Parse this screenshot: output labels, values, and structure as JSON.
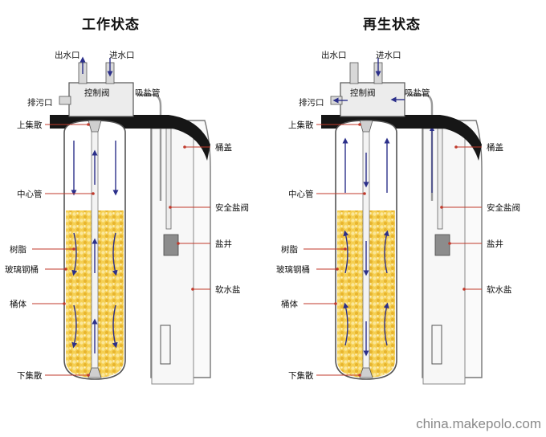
{
  "diagrams": [
    {
      "title": "工作状态",
      "labels": {
        "outlet": "出水口",
        "inlet": "进水口",
        "drain": "排污口",
        "valve": "控制阀",
        "brine_line": "吸盐管",
        "upper_distributor": "上集散",
        "cover": "桶盖",
        "center_tube": "中心管",
        "safety_valve": "安全盐阀",
        "resin": "树脂",
        "salt_well": "盐井",
        "frp_tank": "玻璃钢桶",
        "soft_salt": "软水盐",
        "tank_body": "桶体",
        "lower_distributor": "下集散"
      }
    },
    {
      "title": "再生状态",
      "labels": {
        "outlet": "出水口",
        "inlet": "进水口",
        "drain": "排污口",
        "valve": "控制阀",
        "brine_line": "吸盐管",
        "upper_distributor": "上集散",
        "cover": "桶盖",
        "center_tube": "中心管",
        "safety_valve": "安全盐阀",
        "resin": "树脂",
        "salt_well": "盐井",
        "frp_tank": "玻璃钢桶",
        "soft_salt": "软水盐",
        "tank_body": "桶体",
        "lower_distributor": "下集散"
      }
    }
  ],
  "watermark": "china.makepolo.com",
  "colors": {
    "resin": "#f2c83c",
    "resin_light": "#fbe79a",
    "leader": "#c0392b",
    "cover": "#161616",
    "flow_arrow": "#2b2f8a"
  }
}
